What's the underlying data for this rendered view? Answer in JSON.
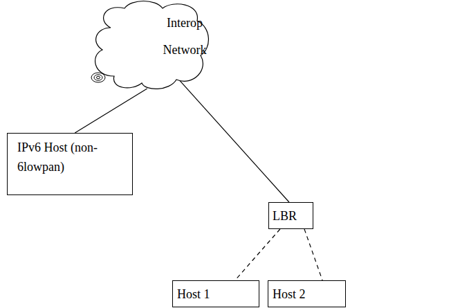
{
  "diagram": {
    "nodes": [
      {
        "text": [
          "Interop Network"
        ]
      },
      {
        "text": [
          "IPv6 Host (non-6lowpan)"
        ]
      },
      {
        "text": [
          "LBR"
        ]
      },
      {
        "text": [
          "Host 1"
        ]
      },
      {
        "text": [
          "Host 2"
        ]
      }
    ],
    "edges": [
      {
        "from": 0,
        "to": 1,
        "arrow": "none"
      },
      {
        "from": 0,
        "to": 2,
        "arrow": "none"
      },
      {
        "from": 2,
        "to": 3,
        "arrow": "none"
      },
      {
        "from": 2,
        "to": 4,
        "arrow": "none"
      }
    ]
  }
}
